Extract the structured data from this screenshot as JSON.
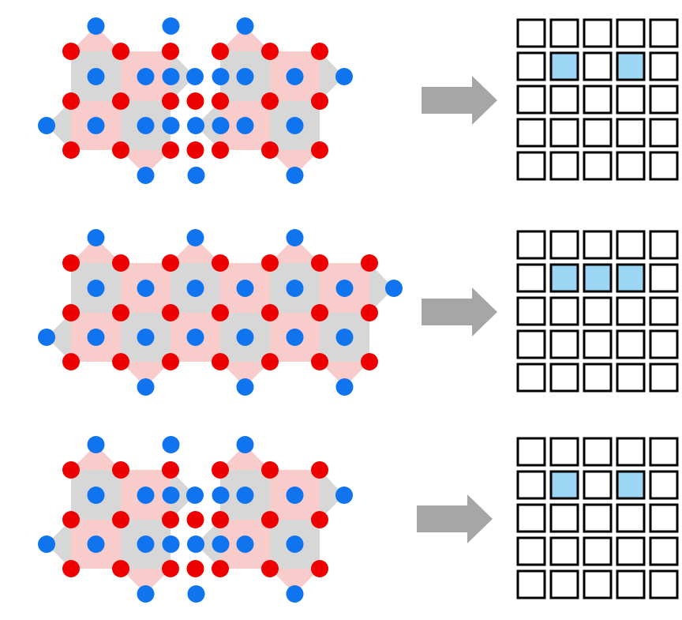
{
  "colors": {
    "red_atom": "#ee0000",
    "blue_atom": "#0f74ee",
    "pink_square": "#f9cccc",
    "gray_square": "#d7d7d7",
    "arrow": "#a6a6a6",
    "cell_filled": "#9dd6f5",
    "cell_empty": "#ffffff",
    "cell_border": "#000000"
  },
  "icons": {
    "arrow": "right-arrow-icon"
  },
  "panels": [
    {
      "name": "panel-1",
      "lattice": {
        "blocks": [
          "A",
          "B",
          "empty",
          "A",
          "B"
        ]
      },
      "grid": {
        "rows": 5,
        "cols": 5,
        "highlighted": [
          [
            1,
            1
          ],
          [
            1,
            3
          ]
        ]
      }
    },
    {
      "name": "panel-2",
      "lattice": {
        "blocks": [
          "A",
          "B",
          "A",
          "B",
          "A",
          "B"
        ]
      },
      "grid": {
        "rows": 5,
        "cols": 5,
        "highlighted": [
          [
            1,
            1
          ],
          [
            1,
            2
          ],
          [
            1,
            3
          ]
        ]
      }
    },
    {
      "name": "panel-3",
      "lattice": {
        "blocks": [
          "A",
          "B",
          "empty",
          "A",
          "B"
        ]
      },
      "grid": {
        "rows": 5,
        "cols": 5,
        "highlighted": [
          [
            1,
            1
          ],
          [
            1,
            3
          ]
        ]
      }
    }
  ]
}
